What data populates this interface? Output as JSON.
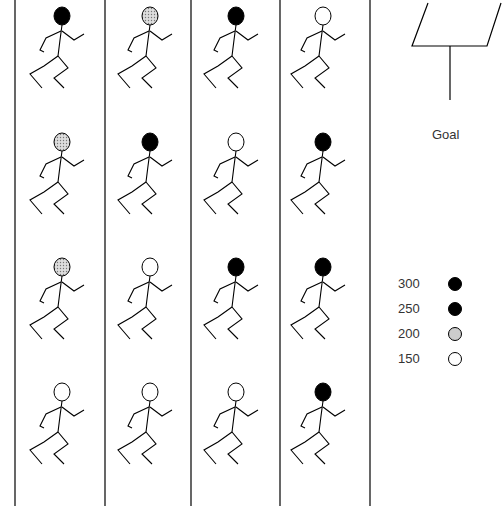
{
  "diagram": {
    "labels": [
      "Goal"
    ],
    "legend": [
      {
        "text": "300",
        "color": "#000000"
      },
      {
        "text": "250",
        "color": "#000000"
      },
      {
        "text": "200",
        "color": "#cccccc"
      },
      {
        "text": "150",
        "color": "#ffffff"
      }
    ]
  }
}
